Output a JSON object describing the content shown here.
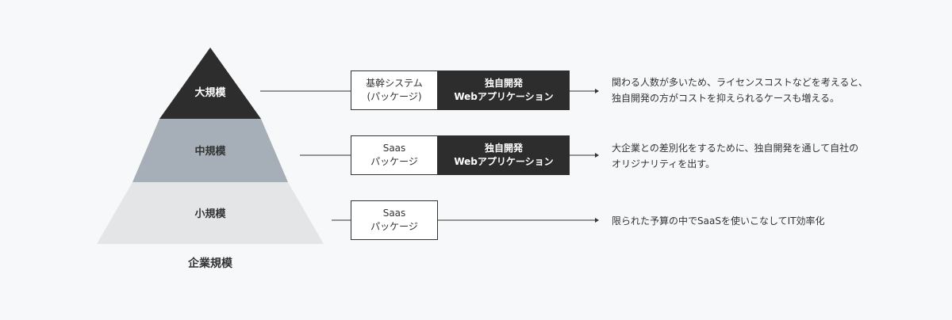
{
  "pyramid": {
    "caption": "企業規模",
    "tiers": [
      {
        "label": "大規模",
        "color": "#2d2d2d",
        "text_color": "#ffffff"
      },
      {
        "label": "中規模",
        "color": "#a6afb7",
        "text_color": "#333333"
      },
      {
        "label": "小規模",
        "color": "#e4e5e7",
        "text_color": "#333333"
      }
    ]
  },
  "rows": [
    {
      "boxes": [
        {
          "style": "light",
          "line1": "基幹システム",
          "line2": "(パッケージ)"
        },
        {
          "style": "dark",
          "line1": "独自開発",
          "line2": "Webアプリケーション"
        }
      ],
      "description": [
        "関わる人数が多いため、ライセンスコストなどを考えると、",
        "独自開発の方がコストを抑えられるケースも増える。"
      ]
    },
    {
      "boxes": [
        {
          "style": "light",
          "line1": "Saas",
          "line2": "パッケージ"
        },
        {
          "style": "dark",
          "line1": "独自開発",
          "line2": "Webアプリケーション"
        }
      ],
      "description": [
        "大企業との差別化をするために、独自開発を通して自社の",
        "オリジナリティを出す。"
      ]
    },
    {
      "boxes": [
        {
          "style": "light",
          "line1": "Saas",
          "line2": "パッケージ"
        }
      ],
      "description": [
        "限られた予算の中でSaaSを使いこなしてIT効率化"
      ]
    }
  ],
  "colors": {
    "line": "#333333",
    "background": "#f7f8fa"
  }
}
